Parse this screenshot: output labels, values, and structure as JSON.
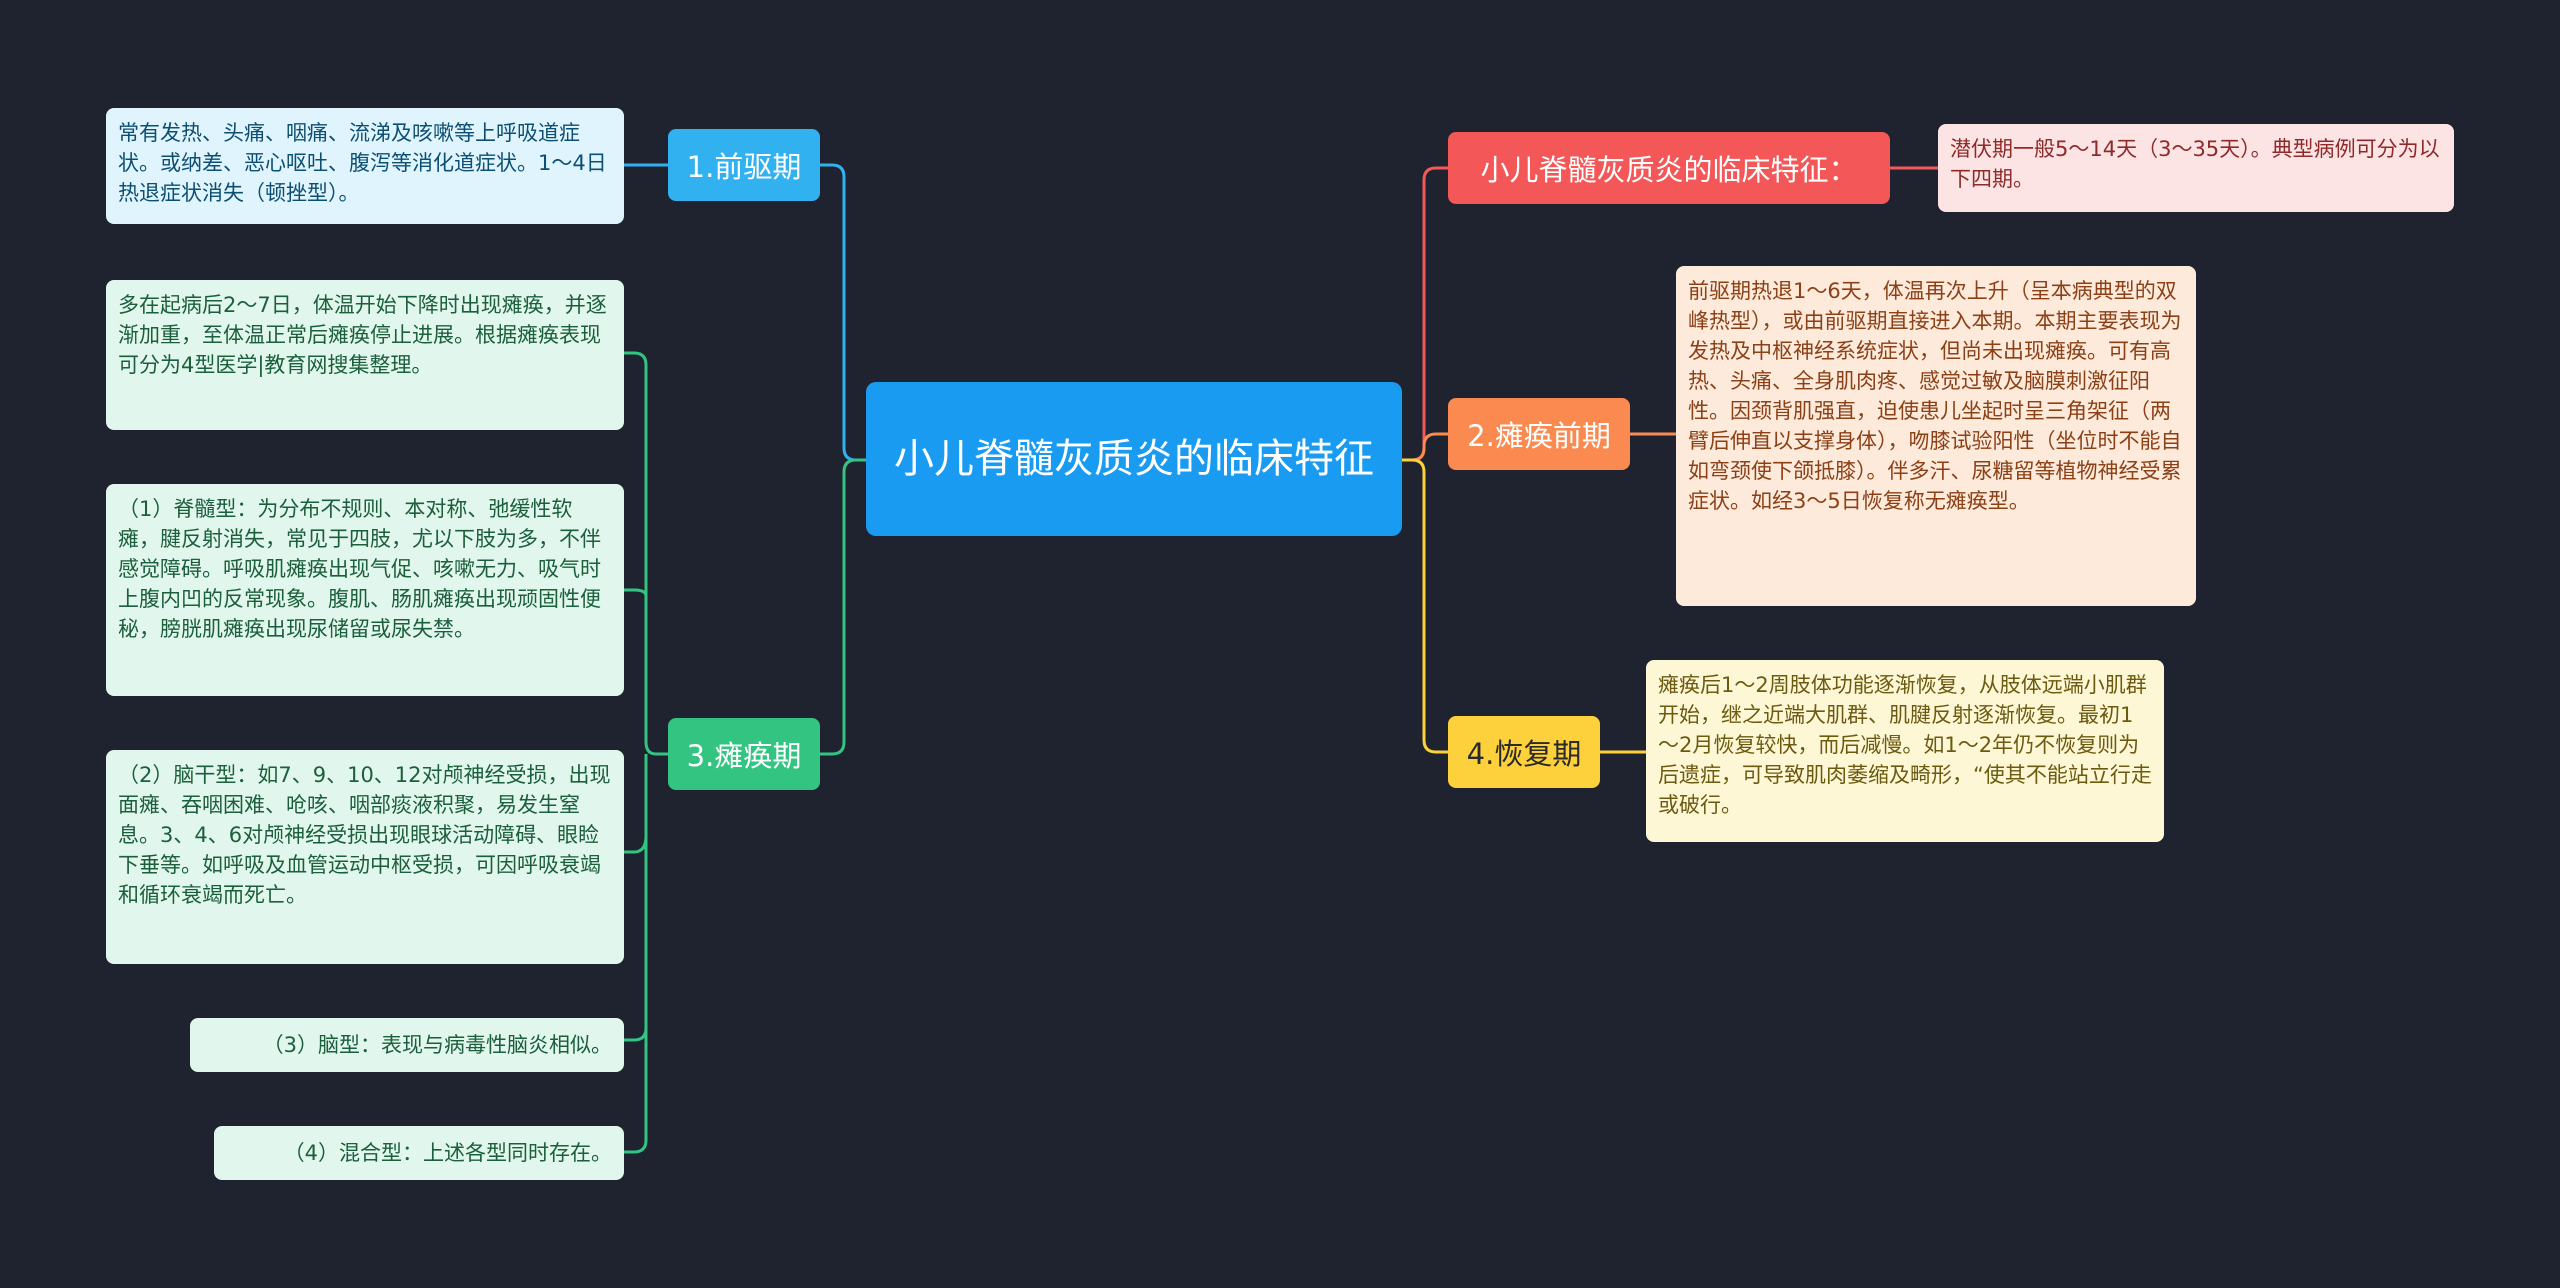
{
  "root": {
    "label": "小儿脊髓灰质炎的临床特征"
  },
  "branches": {
    "intro": {
      "label": "小儿脊髓灰质炎的临床特征：",
      "color": "#f45757",
      "detail": "潜伏期一般5～14天（3～35天）。典型病例可分为以下四期。"
    },
    "paralytic_pre": {
      "label": "2.瘫痪前期",
      "color": "#fa8a4f",
      "detail": "前驱期热退1～6天，体温再次上升（呈本病典型的双峰热型），或由前驱期直接进入本期。本期主要表现为发热及中枢神经系统症状，但尚未出现瘫痪。可有高热、头痛、全身肌肉疼、感觉过敏及脑膜刺激征阳性。因颈背肌强直，迫使患儿坐起时呈三角架征（两臂后伸直以支撑身体），吻膝试验阳性（坐位时不能自如弯颈使下颌抵膝）。伴多汗、尿糖留等植物神经受累症状。如经3～5日恢复称无瘫痪型。"
    },
    "recovery": {
      "label": "4.恢复期",
      "color": "#fdd13c",
      "detail": "瘫痪后1～2周肢体功能逐渐恢复，从肢体远端小肌群开始，继之近端大肌群、肌腱反射逐渐恢复。最初1～2月恢复较快，而后减慢。如1～2年仍不恢复则为后遗症，可导致肌肉萎缩及畸形，“使其不能站立行走或破行。"
    },
    "prodromal": {
      "label": "1.前驱期",
      "color": "#31b1f0",
      "detail": "常有发热、头痛、咽痛、流涕及咳嗽等上呼吸道症状。或纳差、恶心呕吐、腹泻等消化道症状。1～4日热退症状消失（顿挫型）。"
    },
    "paralytic": {
      "label": "3.瘫痪期",
      "color": "#33c482",
      "details": [
        "多在起病后2～7日，体温开始下降时出现瘫痪，并逐渐加重，至体温正常后瘫痪停止进展。根据瘫痪表现可分为4型医学|教育网搜集整理。",
        "（1）脊髓型：为分布不规则、本对称、弛缓性软瘫，腱反射消失，常见于四肢，尤以下肢为多，不伴感觉障碍。呼吸肌瘫痪出现气促、咳嗽无力、吸气时上腹内凹的反常现象。腹肌、肠肌瘫痪出现顽固性便秘，膀胱肌瘫痪出现尿储留或尿失禁。",
        "（2）脑干型：如7、9、10、12对颅神经受损，出现面瘫、吞咽困难、呛咳、咽部痰液积聚，易发生窒息。3、4、6对颅神经受损出现眼球活动障碍、眼睑下垂等。如呼吸及血管运动中枢受损，可因呼吸衰竭和循环衰竭而死亡。",
        "（3）脑型：表现与病毒性脑炎相似。",
        "（4）混合型：上述各型同时存在。"
      ]
    }
  }
}
